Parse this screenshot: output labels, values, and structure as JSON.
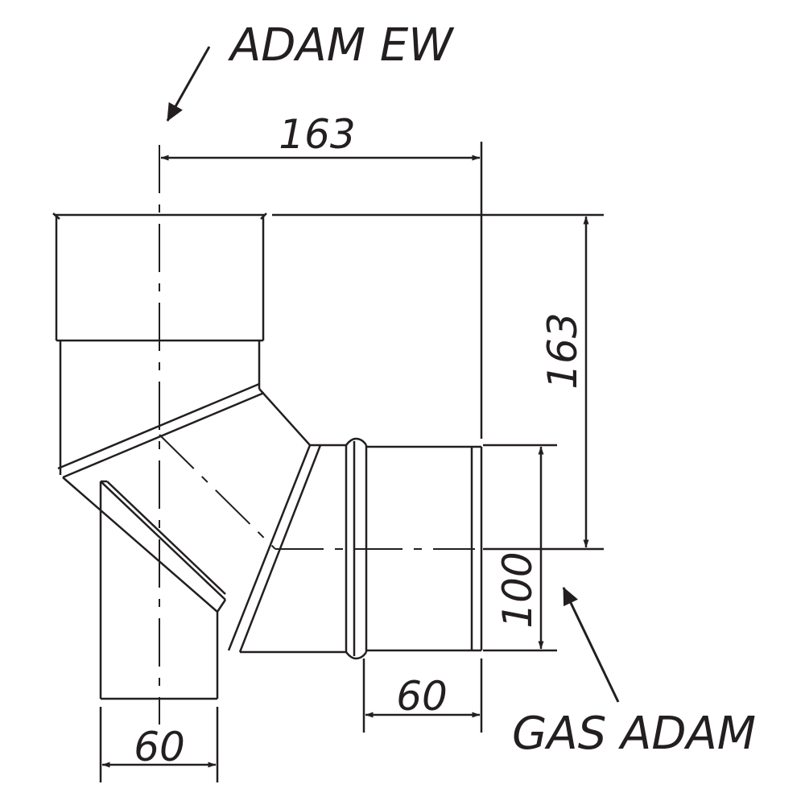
{
  "labels": {
    "top_part": "ADAM EW",
    "side_part": "GAS ADAM"
  },
  "dimensions": {
    "top_width": "163",
    "right_height": "163",
    "outlet_diameter": "100",
    "outlet_length": "60",
    "bottom_length": "60"
  },
  "colors": {
    "ink": "#231f20",
    "background": "#ffffff"
  }
}
